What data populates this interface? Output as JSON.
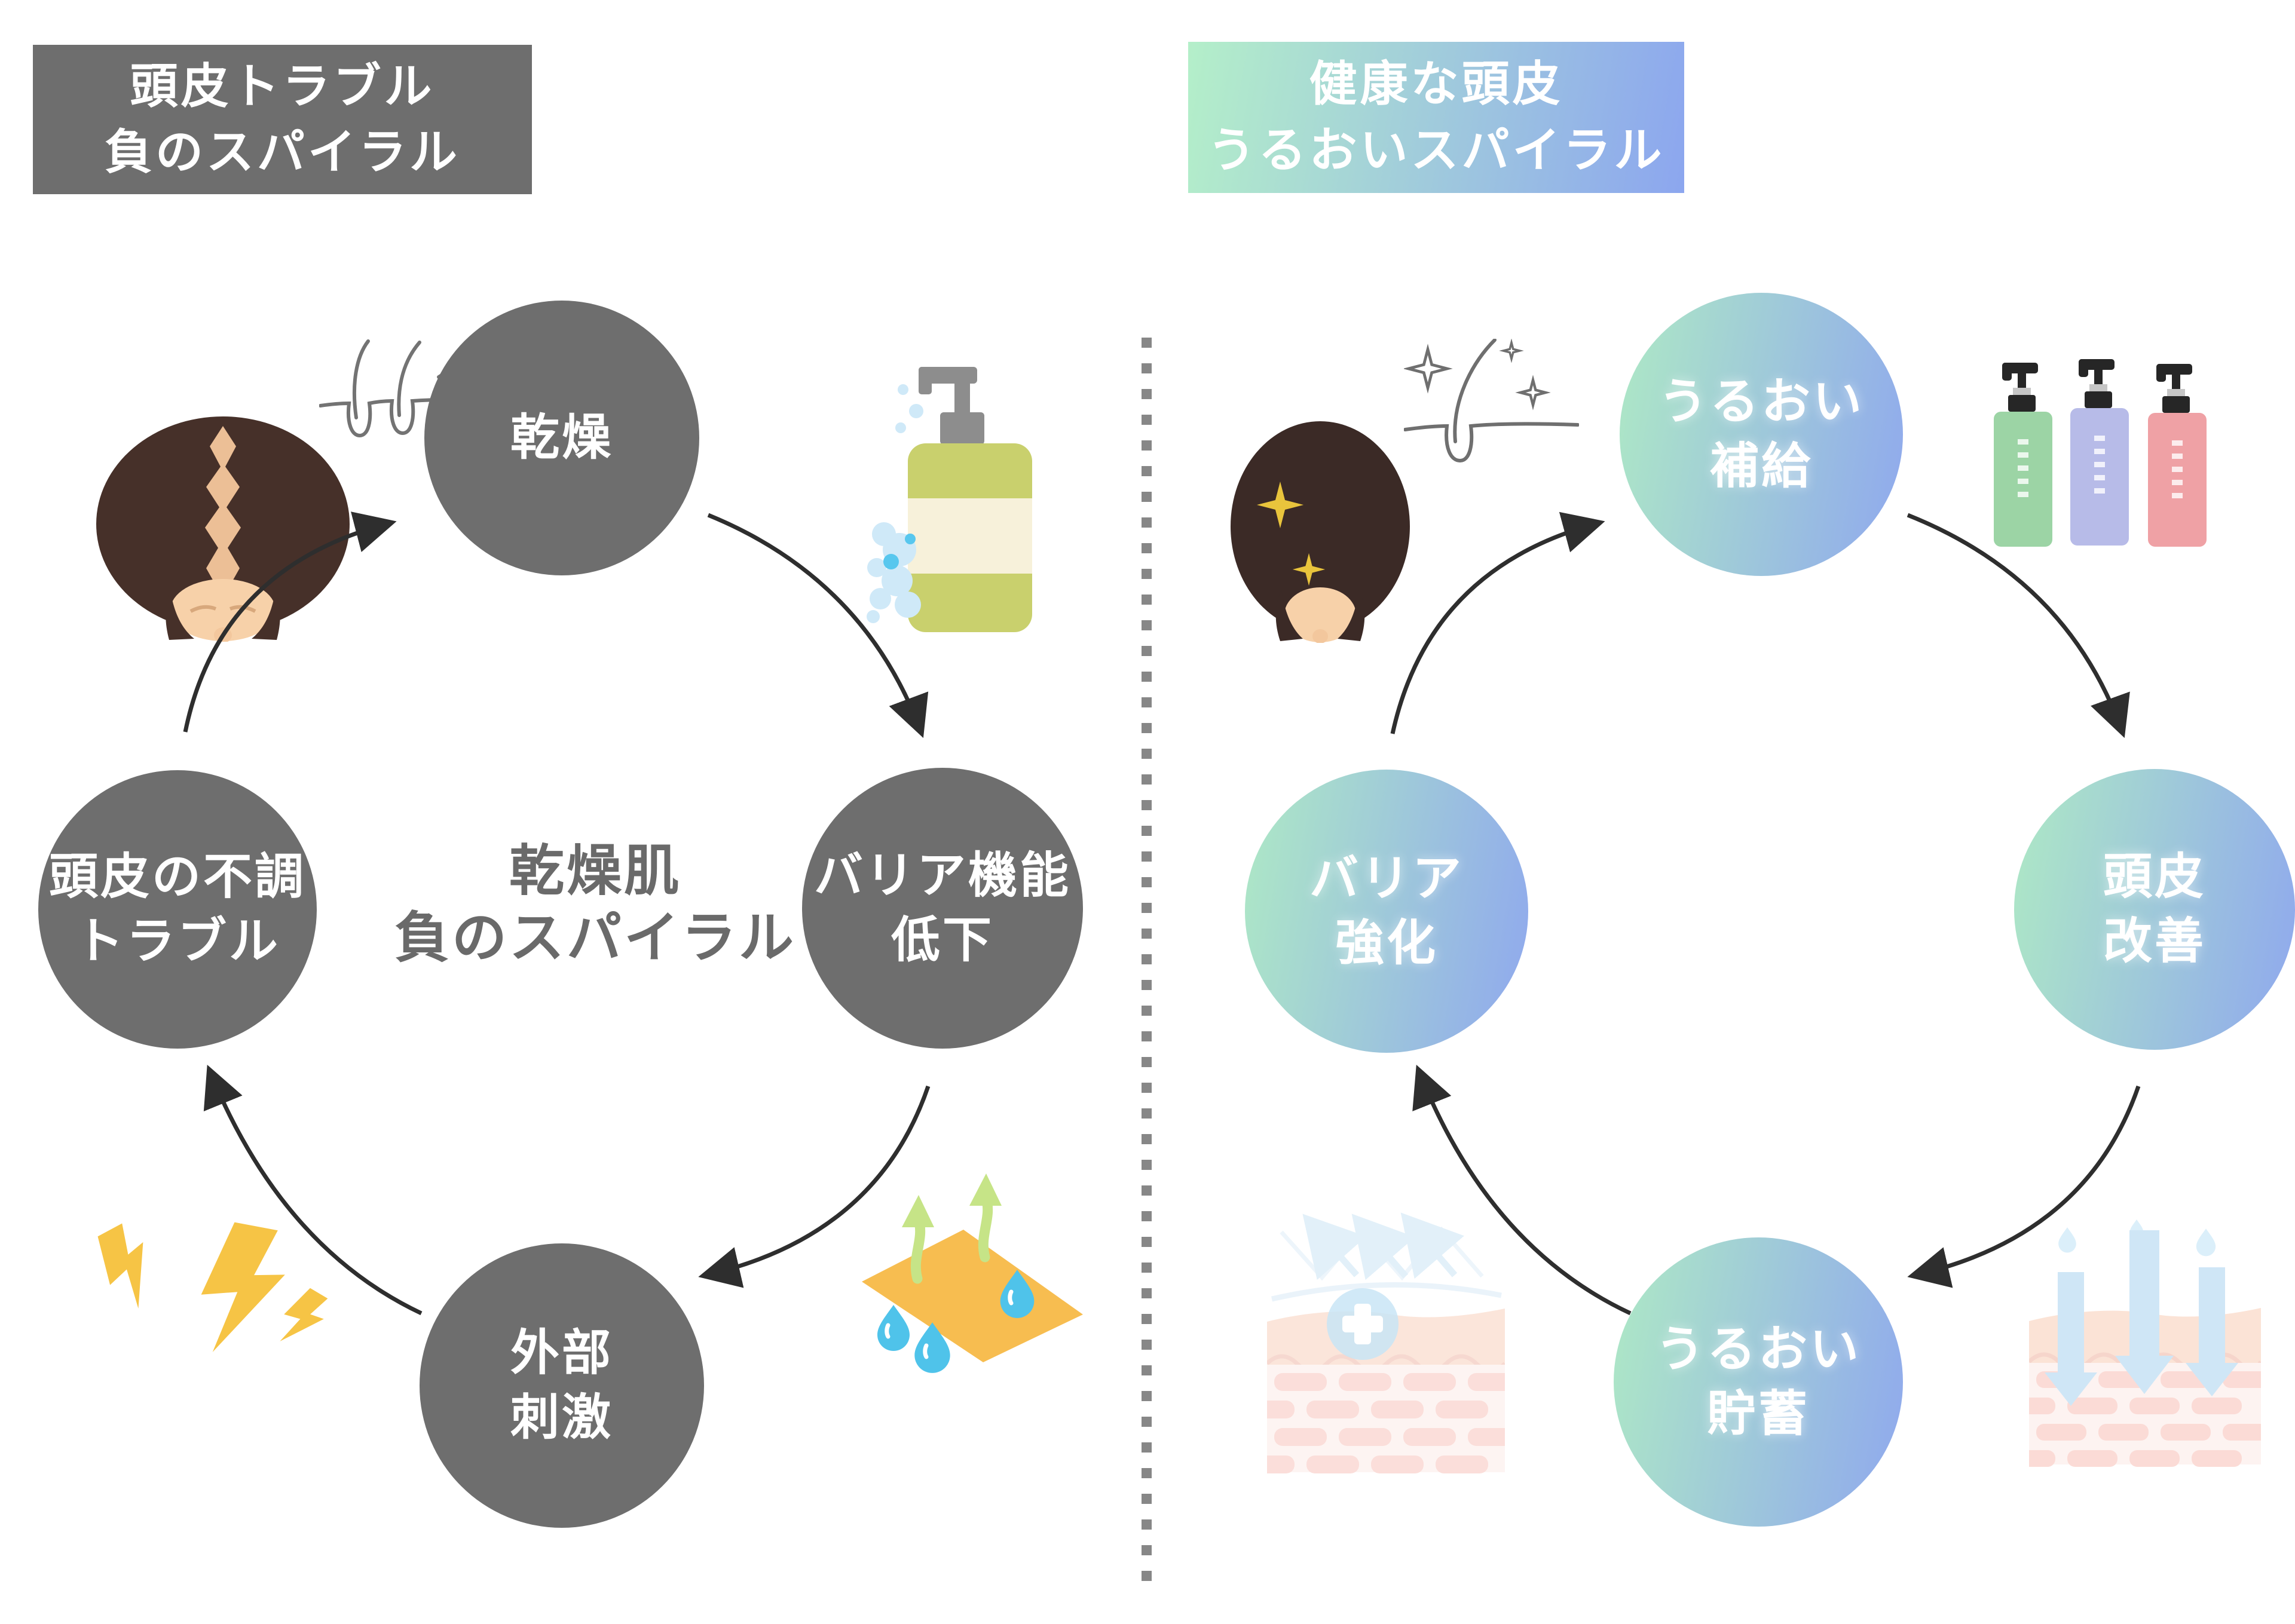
{
  "left_diagram": {
    "title_line1": "頭皮トラブル",
    "title_line2": "負のスパイラル",
    "center_line1": "乾燥肌",
    "center_line2": "負のスパイラル",
    "node_top_line1": "乾燥",
    "node_top_line2": "",
    "node_right_line1": "バリア機能",
    "node_right_line2": "低下",
    "node_bottom_line1": "外部",
    "node_bottom_line2": "刺激",
    "node_left_line1": "頭皮の不調",
    "node_left_line2": "トラブル"
  },
  "right_diagram": {
    "title_line1": "健康な頭皮",
    "title_line2": "うるおいスパイラル",
    "node_top_line1": "うるおい",
    "node_top_line2": "補給",
    "node_right_line1": "頭皮",
    "node_right_line2": "改善",
    "node_bottom_line1": "うるおい",
    "node_bottom_line2": "貯蓄",
    "node_left_line1": "バリア",
    "node_left_line2": "強化"
  },
  "icons": {
    "left": {
      "head": "thinning-hair-head-icon",
      "follicle": "hair-follicle-icon",
      "bottle": "shampoo-bottle-icon",
      "evaporation": "moisture-evaporation-icon",
      "lightning": "lightning-bolts-icon"
    },
    "right": {
      "head": "healthy-hair-head-icon",
      "follicle": "sparkle-follicle-icon",
      "bottles": "cosmetic-bottles-icon",
      "barrier": "skin-barrier-plus-icon",
      "absorb": "skin-moisture-absorb-icon"
    }
  },
  "colors": {
    "negative_gray": "#6e6e6e",
    "spiral_green": "#aee9c5",
    "spiral_blue": "#8fa8ee",
    "arrow_black": "#2e2e2e",
    "lightning_yellow": "#f6c445",
    "water_blue": "#4fc3ea",
    "sheet_yellow": "#f7bd50"
  }
}
